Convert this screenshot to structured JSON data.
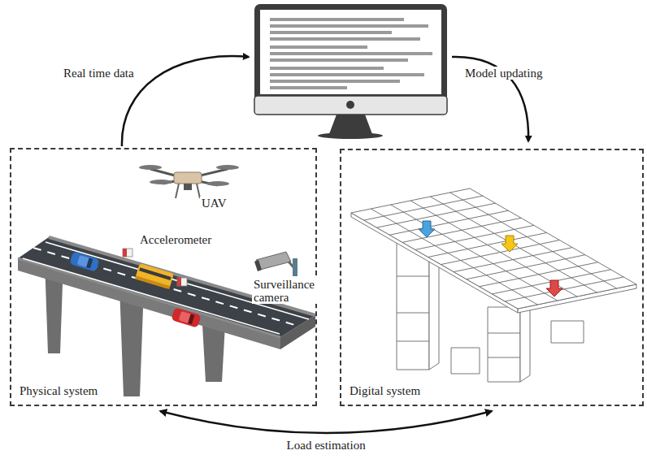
{
  "diagram": {
    "nodes": [
      {
        "text": [
          "Physical system"
        ]
      },
      {
        "text": [
          "Digital system"
        ]
      }
    ],
    "edges": [
      {
        "from": 0,
        "to": 1,
        "arrow": "both",
        "label": "Load estimation"
      }
    ],
    "labels": [
      "Real time data",
      "Model updating",
      "UAV",
      "Accelerometer",
      "Surveillance camera"
    ]
  }
}
